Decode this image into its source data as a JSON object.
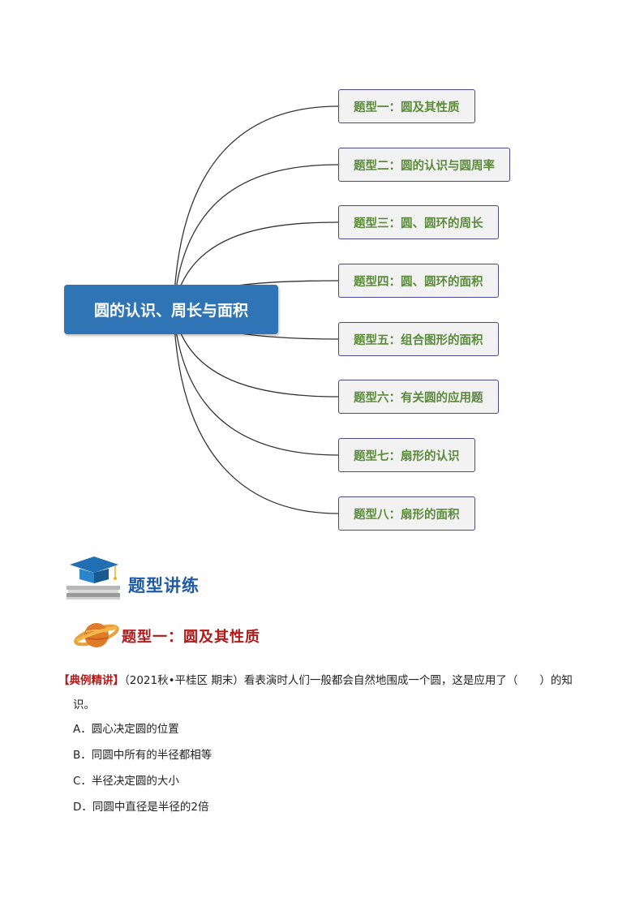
{
  "mindmap": {
    "root": "圆的认识、周长与面积",
    "branches": [
      "题型一：圆及其性质",
      "题型二：圆的认识与圆周率",
      "题型三：圆、圆环的周长",
      "题型四：圆、圆环的面积",
      "题型五：组合图形的面积",
      "题型六：有关圆的应用题",
      "题型七：扇形的认识",
      "题型八：扇形的面积"
    ]
  },
  "section": {
    "title": "题型讲练",
    "icon": "graduation-cap-icon"
  },
  "type_heading": {
    "title": "题型一：圆及其性质",
    "icon": "planet-icon"
  },
  "question": {
    "tag": "【典例精讲】",
    "text_line1": "（2021秋•平桂区 期末）看表演时人们一般都会自然地围成一个圆，这是应用了（　　）的知",
    "text_line2": "识。",
    "options": [
      "A．圆心决定圆的位置",
      "B．同圆中所有的半径都相等",
      "C．半径决定圆的大小",
      "D．同圆中直径是半径的2倍"
    ]
  },
  "colors": {
    "root_bg": "#2f75b5",
    "branch_text": "#5a8a3a",
    "branch_border": "#4a4a8a",
    "accent_red": "#b21a1a",
    "section_blue": "#1d5aa8"
  }
}
